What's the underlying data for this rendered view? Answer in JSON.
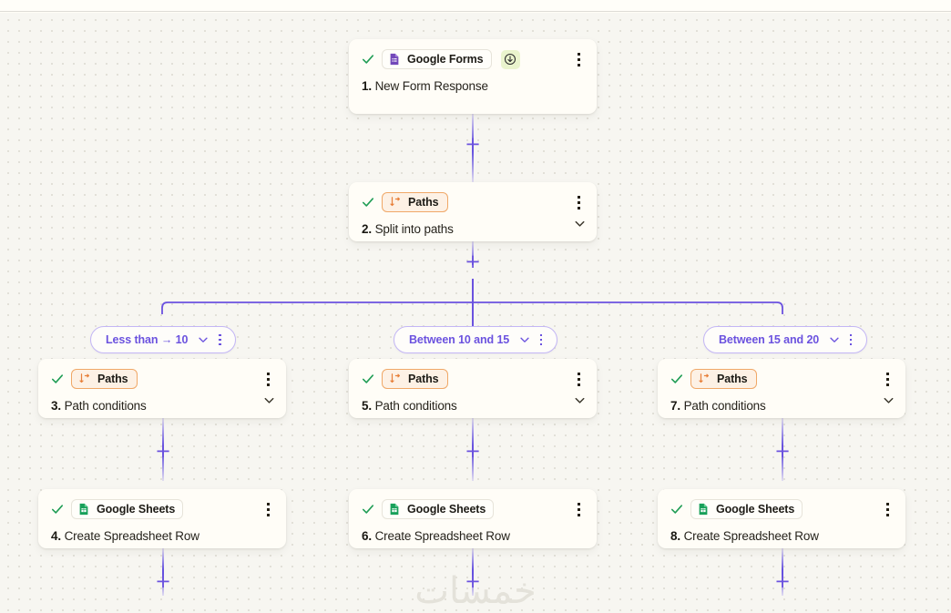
{
  "canvas": {
    "watermark": "خمسات",
    "accent_purple": "#6b52df",
    "paths_orange": "#f0a868",
    "check_green": "#1f9d55",
    "card_bg": "#fffdf7",
    "canvas_bg": "#f7f6f1"
  },
  "nodes": [
    {
      "id": "node-1",
      "app": "Google Forms",
      "app_icon": "google-forms-icon",
      "badge": "instant-trigger-badge",
      "step": "1.",
      "title": "New Form Response",
      "has_chevron": false,
      "is_paths": false
    },
    {
      "id": "node-2",
      "app": "Paths",
      "app_icon": "paths-fork-icon",
      "step": "2.",
      "title": "Split into paths",
      "has_chevron": true,
      "is_paths": true
    },
    {
      "id": "node-3",
      "app": "Paths",
      "app_icon": "paths-fork-icon",
      "step": "3.",
      "title": "Path conditions",
      "has_chevron": true,
      "is_paths": true
    },
    {
      "id": "node-4",
      "app": "Google Sheets",
      "app_icon": "google-sheets-icon",
      "step": "4.",
      "title": "Create Spreadsheet Row",
      "has_chevron": false,
      "is_paths": false
    },
    {
      "id": "node-5",
      "app": "Paths",
      "app_icon": "paths-fork-icon",
      "step": "5.",
      "title": "Path conditions",
      "has_chevron": true,
      "is_paths": true
    },
    {
      "id": "node-6",
      "app": "Google Sheets",
      "app_icon": "google-sheets-icon",
      "step": "6.",
      "title": "Create Spreadsheet Row",
      "has_chevron": false,
      "is_paths": false
    },
    {
      "id": "node-7",
      "app": "Paths",
      "app_icon": "paths-fork-icon",
      "step": "7.",
      "title": "Path conditions",
      "has_chevron": true,
      "is_paths": true
    },
    {
      "id": "node-8",
      "app": "Google Sheets",
      "app_icon": "google-sheets-icon",
      "step": "8.",
      "title": "Create Spreadsheet Row",
      "has_chevron": false,
      "is_paths": false
    }
  ],
  "branches": [
    {
      "id": "branch-a",
      "label": "Less than → 10"
    },
    {
      "id": "branch-b",
      "label": "Between 10 and 15"
    },
    {
      "id": "branch-c",
      "label": "Between 15 and 20"
    }
  ],
  "add_buttons": [
    {
      "id": "add-step-1",
      "label": "+"
    },
    {
      "id": "add-step-2",
      "label": "+"
    },
    {
      "id": "add-step-3",
      "label": "+"
    },
    {
      "id": "add-step-4",
      "label": "+"
    },
    {
      "id": "add-step-5",
      "label": "+"
    },
    {
      "id": "add-step-6",
      "label": "+"
    },
    {
      "id": "add-step-7",
      "label": "+"
    },
    {
      "id": "add-step-8",
      "label": "+"
    }
  ]
}
